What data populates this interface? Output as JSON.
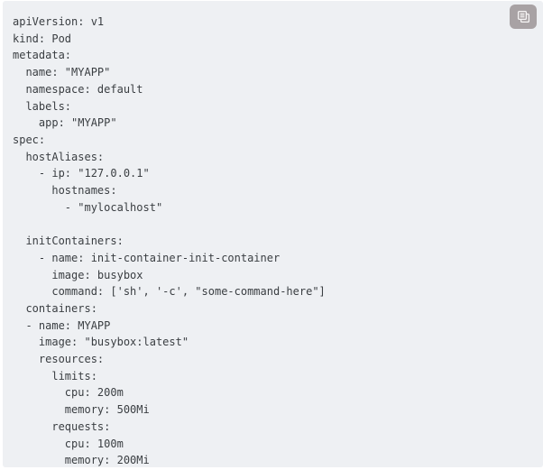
{
  "colors": {
    "page_bg": "#ffffff",
    "code_bg": "#eef0f3",
    "code_text": "#3a3e42",
    "copy_button_bg": "#a8a2a4",
    "copy_icon": "#f7f5f5"
  },
  "code_block": {
    "language": "yaml",
    "lines": [
      "apiVersion: v1",
      "kind: Pod",
      "metadata:",
      "  name: \"MYAPP\"",
      "  namespace: default",
      "  labels:",
      "    app: \"MYAPP\"",
      "spec:",
      "  hostAliases:",
      "    - ip: \"127.0.0.1\"",
      "      hostnames:",
      "        - \"mylocalhost\"",
      "",
      "  initContainers:",
      "    - name: init-container-init-container",
      "      image: busybox",
      "      command: ['sh', '-c', \"some-command-here\"]",
      "  containers:",
      "  - name: MYAPP",
      "    image: \"busybox:latest\"",
      "    resources:",
      "      limits:",
      "        cpu: 200m",
      "        memory: 500Mi",
      "      requests:",
      "        cpu: 100m",
      "        memory: 200Mi"
    ]
  },
  "copy_button": {
    "icon": "copy-icon"
  }
}
